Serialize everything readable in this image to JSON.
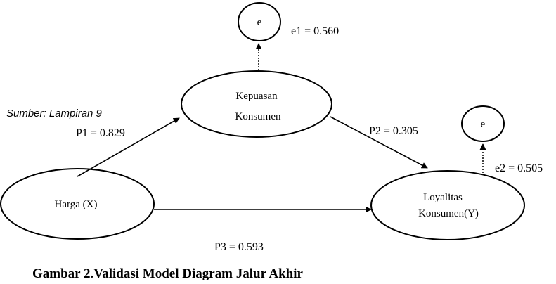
{
  "source_note": "Sumber: Lampiran 9",
  "caption": "Gambar 2.Validasi Model Diagram Jalur Akhir",
  "nodes": {
    "harga": "Harga (X)",
    "kepuasan_line1": "Kepuasan",
    "kepuasan_line2": "Konsumen",
    "loyalitas_line1": "Loyalitas",
    "loyalitas_line2": "Konsumen(Y)",
    "error1": "e",
    "error2": "e"
  },
  "coefficients": {
    "p1": "P1 = 0.829",
    "p2": "P2 = 0.305",
    "p3": "P3 = 0.593",
    "e1": "e1 = 0.560",
    "e2": "e2 = 0.505"
  }
}
